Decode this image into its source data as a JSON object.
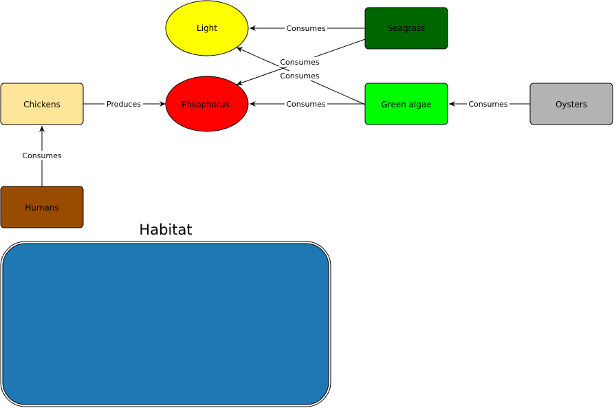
{
  "nodes": {
    "light": {
      "label": "Light",
      "color": "#ffff00"
    },
    "phosphorus": {
      "label": "Phsophorus",
      "color": "#ff0000"
    },
    "seagrass": {
      "label": "Seagrass",
      "color": "#006600"
    },
    "green_algae": {
      "label": "Green algae",
      "color": "#00ff00"
    },
    "oysters": {
      "label": "Oysters",
      "color": "#b3b3b3"
    },
    "chickens": {
      "label": "Chickens",
      "color": "#ffe599"
    },
    "humans": {
      "label": "Humans",
      "color": "#994c00"
    }
  },
  "edges": {
    "seagrass_light": "Consumes",
    "seagrass_phosphorus": "Consumes",
    "green_algae_light": "Consumes",
    "green_algae_phosphorus": "Consumes",
    "oysters_green_algae": "Consumes",
    "chickens_phosphorus": "Produces",
    "humans_chickens": "Consumes"
  },
  "habitat": {
    "title": "Habitat",
    "color": "#1f77b4"
  }
}
